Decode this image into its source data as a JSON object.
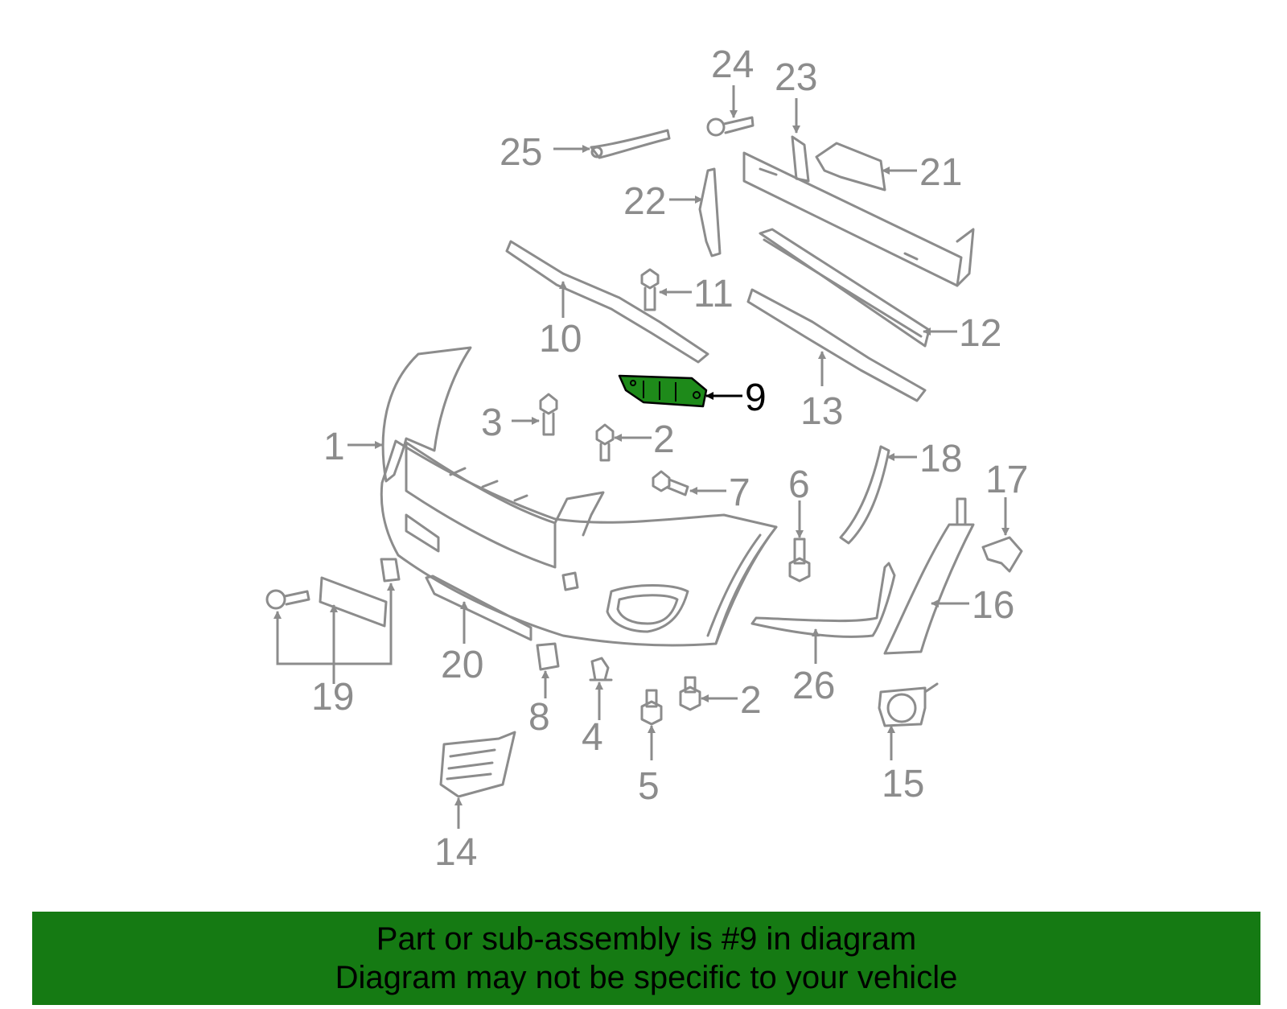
{
  "diagram": {
    "callouts": [
      "1",
      "2",
      "3",
      "4",
      "5",
      "6",
      "7",
      "8",
      "9",
      "10",
      "11",
      "12",
      "13",
      "14",
      "15",
      "16",
      "17",
      "18",
      "19",
      "20",
      "21",
      "22",
      "23",
      "24",
      "25",
      "26"
    ],
    "highlighted_callout": "9",
    "highlight_color": "#1e8a1a",
    "line_color": "#8c8c8c",
    "labels": {
      "l1": "1",
      "l2a": "2",
      "l2b": "2",
      "l3": "3",
      "l4": "4",
      "l5": "5",
      "l6": "6",
      "l7": "7",
      "l8": "8",
      "l9": "9",
      "l10": "10",
      "l11": "11",
      "l12": "12",
      "l13": "13",
      "l14": "14",
      "l15": "15",
      "l16": "16",
      "l17": "17",
      "l18": "18",
      "l19": "19",
      "l20": "20",
      "l21": "21",
      "l22": "22",
      "l23": "23",
      "l24": "24",
      "l25": "25",
      "l26": "26"
    }
  },
  "banner": {
    "line1": "Part or sub-assembly is #9 in diagram",
    "line2": "Diagram may not be specific to your vehicle",
    "background": "#157a13"
  }
}
